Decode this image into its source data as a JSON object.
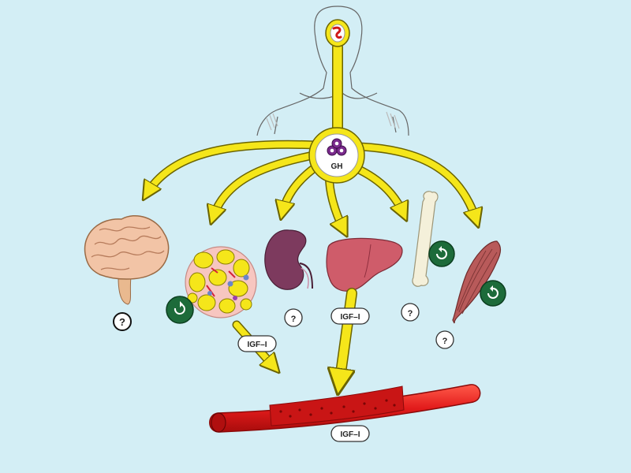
{
  "labels": {
    "gh": "GH",
    "igf_adipose": "IGF–I",
    "igf_liver": "IGF–I",
    "igf_blood": "IGF–I",
    "unknown": "?"
  },
  "colors": {
    "background": "#d3eef5",
    "arrow": "#f5e61a",
    "arrow_outline": "#6b6400",
    "vessel": "#e21b1b",
    "gh_cell": "#7a2a8c",
    "feedback_badge": "#1d6b3a"
  },
  "icons": {
    "pituitary": "pituitary-icon",
    "gh_cell": "gh-cell-icon",
    "brain": "brain-icon",
    "adipose": "adipose-tissue-icon",
    "kidney": "kidney-icon",
    "liver": "liver-icon",
    "bone": "bone-icon",
    "muscle": "muscle-icon",
    "blood_vessel": "blood-vessel-icon",
    "feedback": "feedback-loop-icon"
  }
}
